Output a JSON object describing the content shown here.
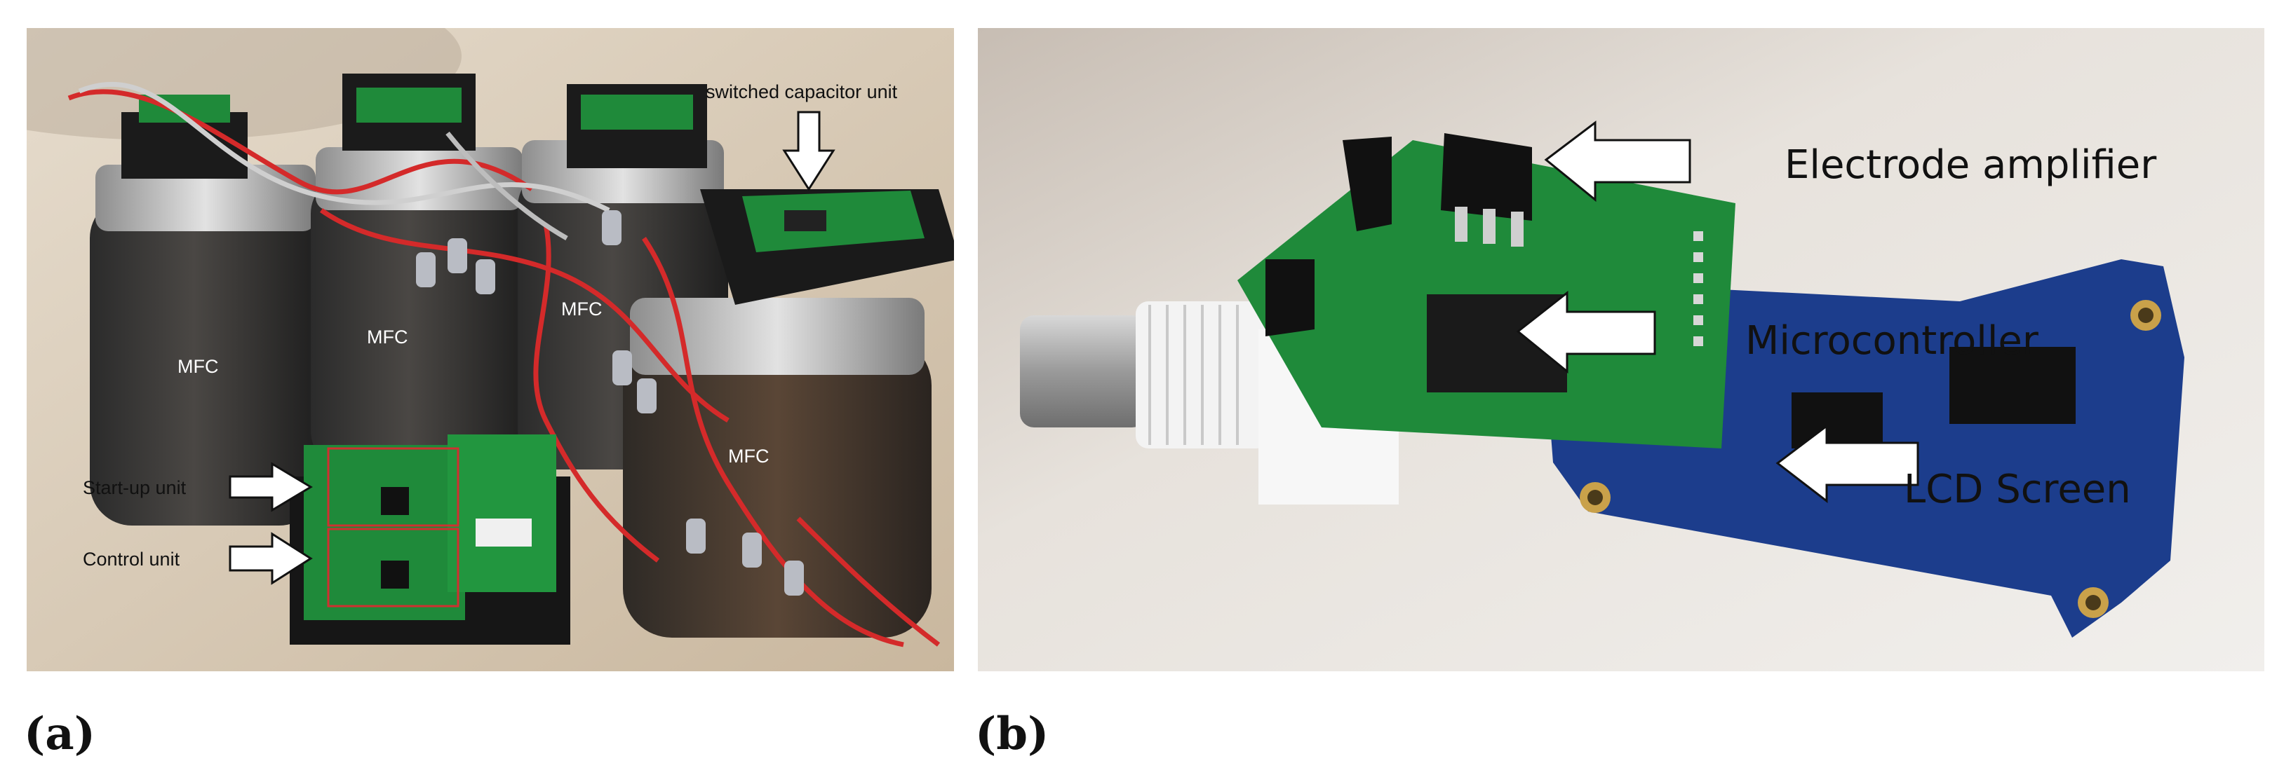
{
  "figure": {
    "panel_a": {
      "caption": "(a)",
      "labels": {
        "switched_capacitor": "switched capacitor unit",
        "mfc_1": "MFC",
        "mfc_2": "MFC",
        "mfc_3": "MFC",
        "mfc_4": "MFC",
        "startup": "Start-up unit",
        "control": "Control unit"
      }
    },
    "panel_b": {
      "caption": "(b)",
      "labels": {
        "amplifier": "Electrode amplifier",
        "microcontroller": "Microcontroller",
        "lcd": "LCD Screen"
      }
    }
  },
  "colors": {
    "pcb_green": "#1f8a3a",
    "lcd_board_blue": "#1c3d8c",
    "wire_red": "#d42a2a",
    "table_wood": "#d9cbb8",
    "background_gray": "#e9e4de"
  }
}
